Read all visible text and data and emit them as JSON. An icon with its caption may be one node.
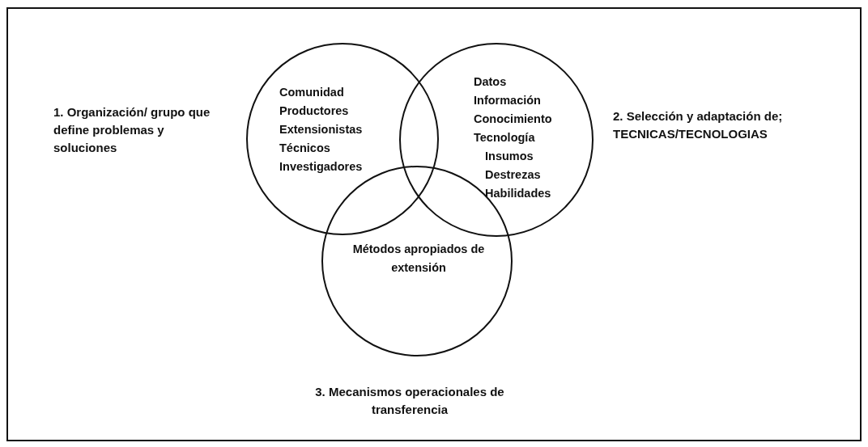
{
  "diagram": {
    "nodes": [
      {
        "text": [
          "Comunidad",
          "Productores",
          "Extensionistas",
          "Técnicos",
          "Investigadores"
        ]
      },
      {
        "text": [
          "Datos",
          "Información",
          "Conocimiento",
          "Tecnología",
          "Insumos",
          "Destrezas",
          "Habilidades"
        ]
      },
      {
        "text": [
          "Métodos apropiados de extensión"
        ]
      }
    ],
    "labels": [
      "1. Organización/ grupo que define problemas y soluciones",
      "2. Selección y adaptación de; TECNICAS/TECNOLOGIAS",
      "3. Mecanismos operacionales de transferencia"
    ]
  }
}
